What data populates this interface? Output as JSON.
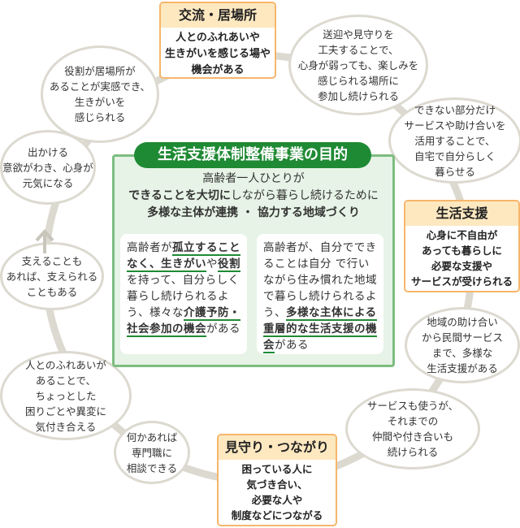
{
  "center": {
    "title": "生活支援体制整備事業の目的",
    "lead1": "高齢者一人ひとりが",
    "lead2_bold": "できることを大切に",
    "lead2_rest": "しながら暮らし続けるために",
    "lead3": "多様な主体が連携 ・ 協力する地域づくり",
    "card_left": {
      "t1": "高齢者が",
      "u1": "孤立することなく、生きがい",
      "t2": "や",
      "u2": "役割",
      "t3": "を持って、自分らしく暮らし続けられるよう、様々な",
      "u3": "介護予防・社会参加の機会",
      "t4": "がある"
    },
    "card_right": {
      "t1": "高齢者が、自分でできることは自分 で行いながら住み慣れた地域で暮らし続けられるよう、",
      "u1": "多様な主体による重層的な生活支援の機会",
      "t2": "がある"
    }
  },
  "boxes": {
    "koryu": {
      "title": "交流・居場所",
      "body": "人とのふれあいや\n生きがいを感じる場や\n機会がある"
    },
    "seikatsu": {
      "title": "生活支援",
      "body": "心身に不自由が\nあっても暮らしに\n必要な支援や\nサービスが受けられる"
    },
    "mimamori": {
      "title": "見守り・つながり",
      "body": "困っている人に\n気づき合い、\n必要な人や\n制度などにつながる"
    }
  },
  "bubbles": [
    "送迎や見守りを\n工夫することで、\n心身が弱っても、楽しみを\n感じられる場所に\n参加し続けられる",
    "できない部分だけ\nサービスや助け合いを\n活用することで、\n自宅で自分らしく\n暮らせる",
    "地域の助け合い\nから民間サービス\nまで、多様な\n生活支援がある",
    "サービスも使うが、\nそれまでの\n仲間や付き合いも\n続けられる",
    "何かあれば\n専門職に\n相談できる",
    "人とのふれあいが\nあることで、\nちょっとした\n困りごとや異変に\n気付き合える",
    "支えることも\nあれば、支えられる\nこともある",
    "出かける\n意欲がわき、心身が\n元気になる",
    "役割が居場所が\nあることが実感でき、\n生きがいを\n感じられる"
  ]
}
